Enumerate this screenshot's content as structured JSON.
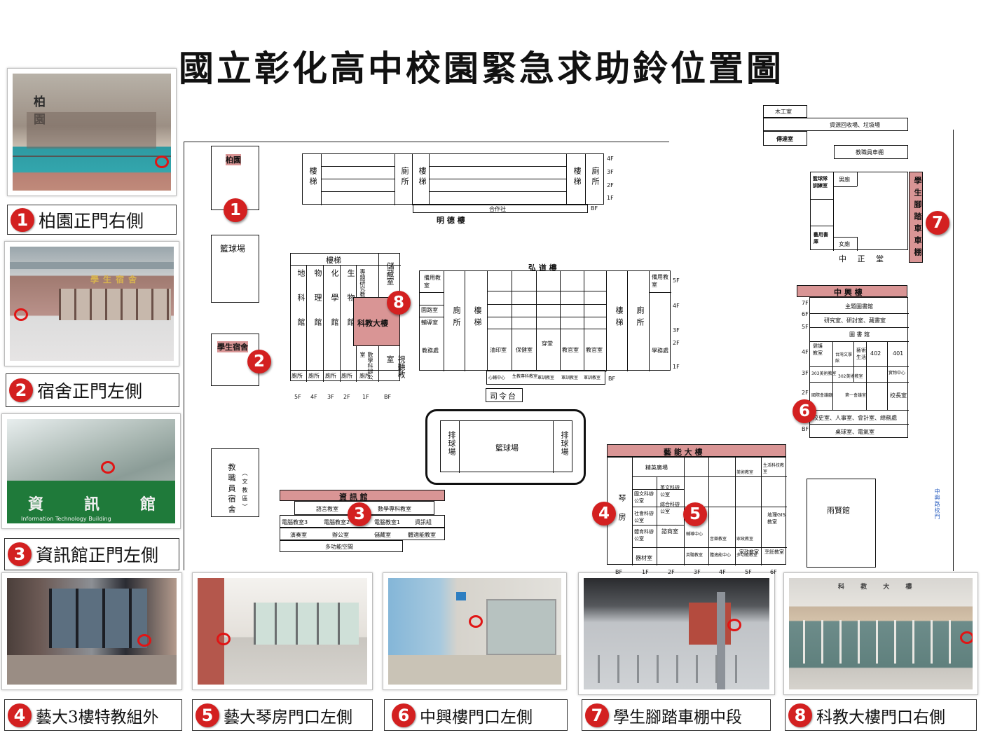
{
  "title": "國立彰化高中校園緊急求助鈴位置圖",
  "captions": [
    {
      "num": "1",
      "text": "柏園正門右側"
    },
    {
      "num": "2",
      "text": "宿舍正門左側"
    },
    {
      "num": "3",
      "text": "資訊館正門左側"
    },
    {
      "num": "4",
      "text": "藝大3樓特教組外"
    },
    {
      "num": "5",
      "text": "藝大琴房門口左側"
    },
    {
      "num": "6",
      "text": "中興樓門口左側"
    },
    {
      "num": "7",
      "text": "學生腳踏車棚中段"
    },
    {
      "num": "8",
      "text": "科教大樓門口右側"
    }
  ],
  "photo_labels": {
    "p1_sign": "柏　　園",
    "p2_sign": "學生宿舍",
    "p3_sign": "資　訊　館",
    "p3_sub": "Information Technology Building",
    "p8_sign": "科 教 大 樓"
  },
  "map": {
    "bo_yuan": "柏園",
    "basketball": "籃球場",
    "dorm": "學生宿舍",
    "staff_dorm": "教職員宿舍",
    "staff_dorm_note": "（文教區）",
    "mingde": "明 德 樓",
    "coop": "合作社",
    "stairs": "樓梯",
    "toilet": "廁所",
    "floors_4": [
      "4F",
      "3F",
      "2F",
      "1F"
    ],
    "bf": "BF",
    "science_floors": [
      "5F",
      "4F",
      "3F",
      "2F",
      "1F",
      "BF"
    ],
    "science_cols": [
      "地科館",
      "物理館",
      "化學館",
      "生物館"
    ],
    "science_topic": "專題研究教室",
    "math_office": "數學科辦公室",
    "storage": "儲藏室",
    "av_room": "視聽教室",
    "science_bldg": "科教大樓",
    "toilets_row": [
      "廁所",
      "廁所",
      "廁所",
      "廁所",
      "廁所"
    ],
    "hongdao": "弘 道 樓",
    "hongdao_left": [
      "備用教室",
      "園路室",
      "輔導室",
      "教務處"
    ],
    "hongdao_mid": [
      "油印室",
      "保健室",
      "穿堂",
      "教官室",
      "教官室"
    ],
    "hongdao_mid_small": [
      "心輔中心",
      "生教專科教室",
      "軍訓教室",
      "軍訓教室",
      "軍訓教室"
    ],
    "hongdao_right": [
      "備用教室",
      "學務處"
    ],
    "hongdao_floors": [
      "5F",
      "4F",
      "3F",
      "2F",
      "1F"
    ],
    "sirotai": "司令台",
    "volleyball": "排球場",
    "main_court": "籃球場",
    "info_bldg": "資 訊 館",
    "info_row1": [
      "語言教室",
      "數學專科教室"
    ],
    "info_row2": [
      "電腦教室3",
      "電腦教室2",
      "電腦教室1",
      "資訊組"
    ],
    "info_row3": [
      "演奏室",
      "辦公室",
      "儲藏室",
      "體適能教室"
    ],
    "info_row4": "多功能空間",
    "art_bldg": "藝 能 大 樓",
    "art_cells": [
      "精英廣場",
      "國文科辦公室",
      "英文科辦公室",
      "綜合科辦公室",
      "社會科辦公室",
      "體育科辦公室",
      "諮商室",
      "器材室",
      "輔導中心",
      "美術教室",
      "音樂教室",
      "家政教室",
      "生活科技教室",
      "地理GIS教室",
      "多功能教室",
      "家政教室",
      "烹飪教室",
      "英聽教室",
      "體適能中心"
    ],
    "art_side": "琴房",
    "art_floors": [
      "BF",
      "1F",
      "2F",
      "3F",
      "4F",
      "5F",
      "6F"
    ],
    "yuxian": "雨賢館",
    "zhongxing": "中 興 樓",
    "zx_rows": [
      "主題圖書館",
      "研究室、研討室、藏書室",
      "圖 書 館",
      "校史室、人事室、會計室、總務處",
      "桌球室、電氣室"
    ],
    "zx_cells": [
      "健護教室",
      "台灣文學館",
      "藝術生活",
      "402",
      "401",
      "303美術教室",
      "302美術教室",
      "實物中心",
      "國際會議廳",
      "第一會議室",
      "校長室"
    ],
    "zx_floors": [
      "7F",
      "6F",
      "5F",
      "4F",
      "3F",
      "2F",
      "1F",
      "BF"
    ],
    "wood": "木工室",
    "recycle": "資源回收場、垃圾場",
    "transmit": "傳達室",
    "staff_bike": "教職員車棚",
    "team_room": "籃球隊訓練室",
    "male_wc": "男廁",
    "female_wc": "女廁",
    "music_store": "藝用書庫",
    "zhongzheng": "中 正 堂",
    "student_bike": "學生腳踏車車棚",
    "back_gate": "中興路校門"
  }
}
